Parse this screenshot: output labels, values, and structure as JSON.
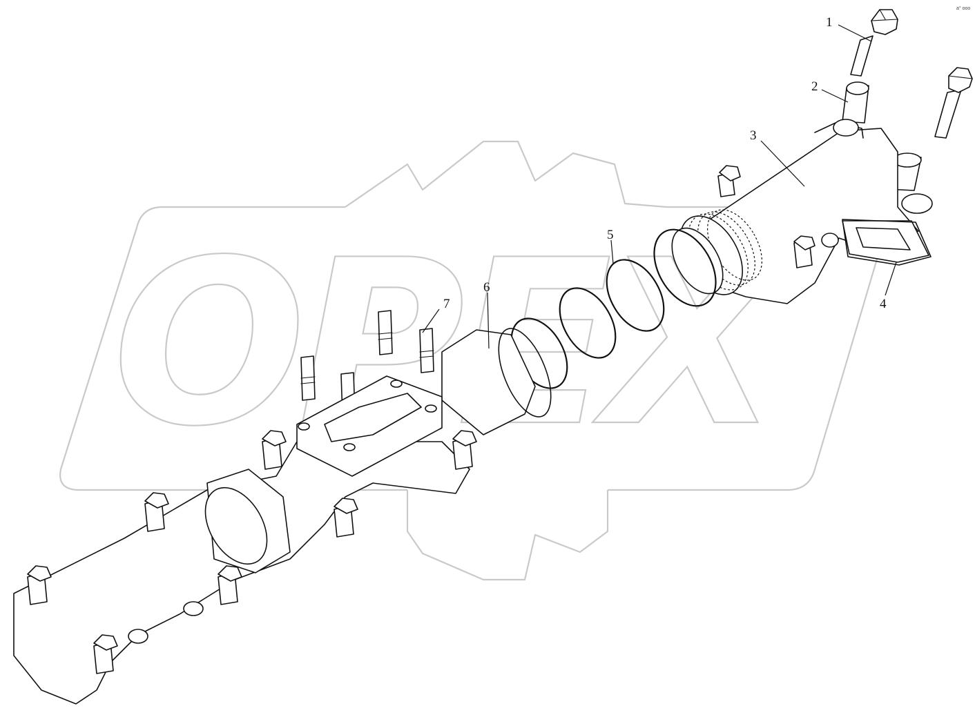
{
  "diagram": {
    "watermark_text": "OPEX",
    "corner_mark": "a° ooo",
    "callouts": [
      {
        "id": "1",
        "label": "1"
      },
      {
        "id": "2",
        "label": "2"
      },
      {
        "id": "3",
        "label": "3"
      },
      {
        "id": "4",
        "label": "4"
      },
      {
        "id": "5",
        "label": "5"
      },
      {
        "id": "6",
        "label": "6"
      },
      {
        "id": "7",
        "label": "7"
      }
    ]
  }
}
